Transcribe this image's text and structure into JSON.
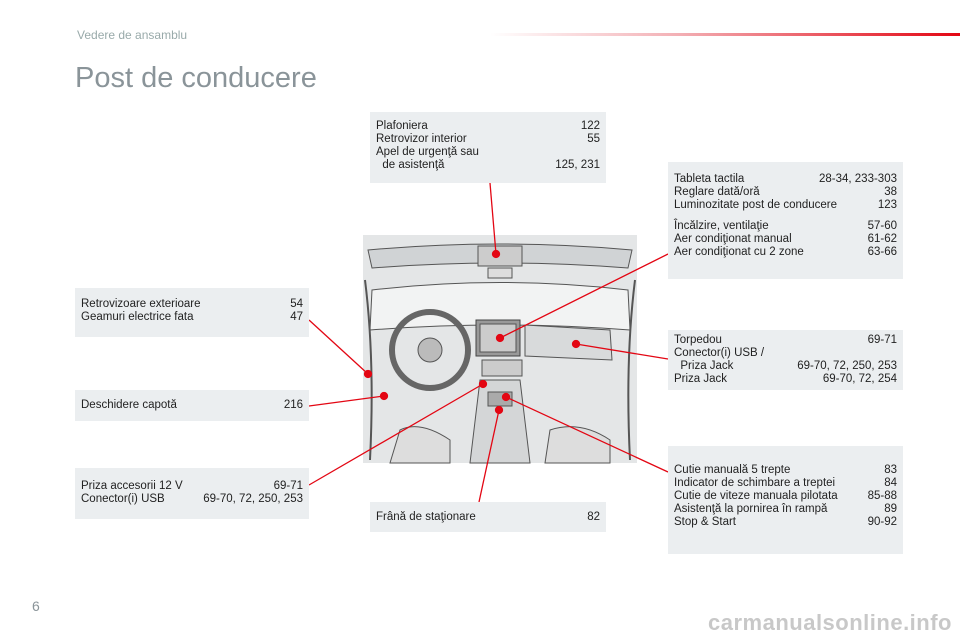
{
  "header": {
    "section": "Vedere de ansamblu",
    "title": "Post de conducere",
    "page_number": "6"
  },
  "watermark": "carmanualsonline.info",
  "boxes": {
    "roof": [
      {
        "l": "Plafoniera",
        "r": "122"
      },
      {
        "l": "Retrovizor interior",
        "r": "55"
      },
      {
        "l": "Apel de urgenţă sau",
        "r": ""
      },
      {
        "l": "  de asistenţă",
        "r": "125, 231"
      }
    ],
    "tablet": [
      {
        "l": "Tableta tactila",
        "r": "28-34, 233-303"
      },
      {
        "l": "Reglare dată/oră",
        "r": "38"
      },
      {
        "l": "Luminozitate post de conducere",
        "r": "123"
      }
    ],
    "climate": [
      {
        "l": "Încălzire, ventilaţie",
        "r": "57-60"
      },
      {
        "l": "Aer condiţionat manual",
        "r": "61-62"
      },
      {
        "l": "Aer condiţionat cu 2 zone",
        "r": "63-66"
      }
    ],
    "glovebox": [
      {
        "l": "Torpedou",
        "r": "69-71"
      },
      {
        "l": "Conector(i) USB /",
        "r": ""
      },
      {
        "l": "  Priza Jack",
        "r": "69-70, 72, 250, 253"
      },
      {
        "l": "Priza Jack",
        "r": "69-70, 72, 254"
      }
    ],
    "gearbox": [
      {
        "l": "Cutie manuală 5 trepte",
        "r": "83"
      },
      {
        "l": "Indicator de schimbare a treptei",
        "r": "84"
      },
      {
        "l": "Cutie de viteze manuala pilotata",
        "r": "85-88"
      },
      {
        "l": "Asistenţă la pornirea în rampă",
        "r": "89"
      },
      {
        "l": "Stop & Start",
        "r": "90-92"
      }
    ],
    "mirrors": [
      {
        "l": "Retrovizoare exterioare",
        "r": "54"
      },
      {
        "l": "Geamuri electrice fata",
        "r": "47"
      }
    ],
    "bonnet": [
      {
        "l": "Deschidere capotă",
        "r": "216"
      }
    ],
    "socket": [
      {
        "l": "Priza accesorii 12 V",
        "r": "69-71"
      },
      {
        "l": "Conector(i) USB",
        "r": "69-70, 72, 250, 253"
      }
    ],
    "handbrake": [
      {
        "l": "Frână de staţionare",
        "r": "82"
      }
    ]
  },
  "colors": {
    "accent": "#e30613",
    "box": "#ebeef0"
  }
}
